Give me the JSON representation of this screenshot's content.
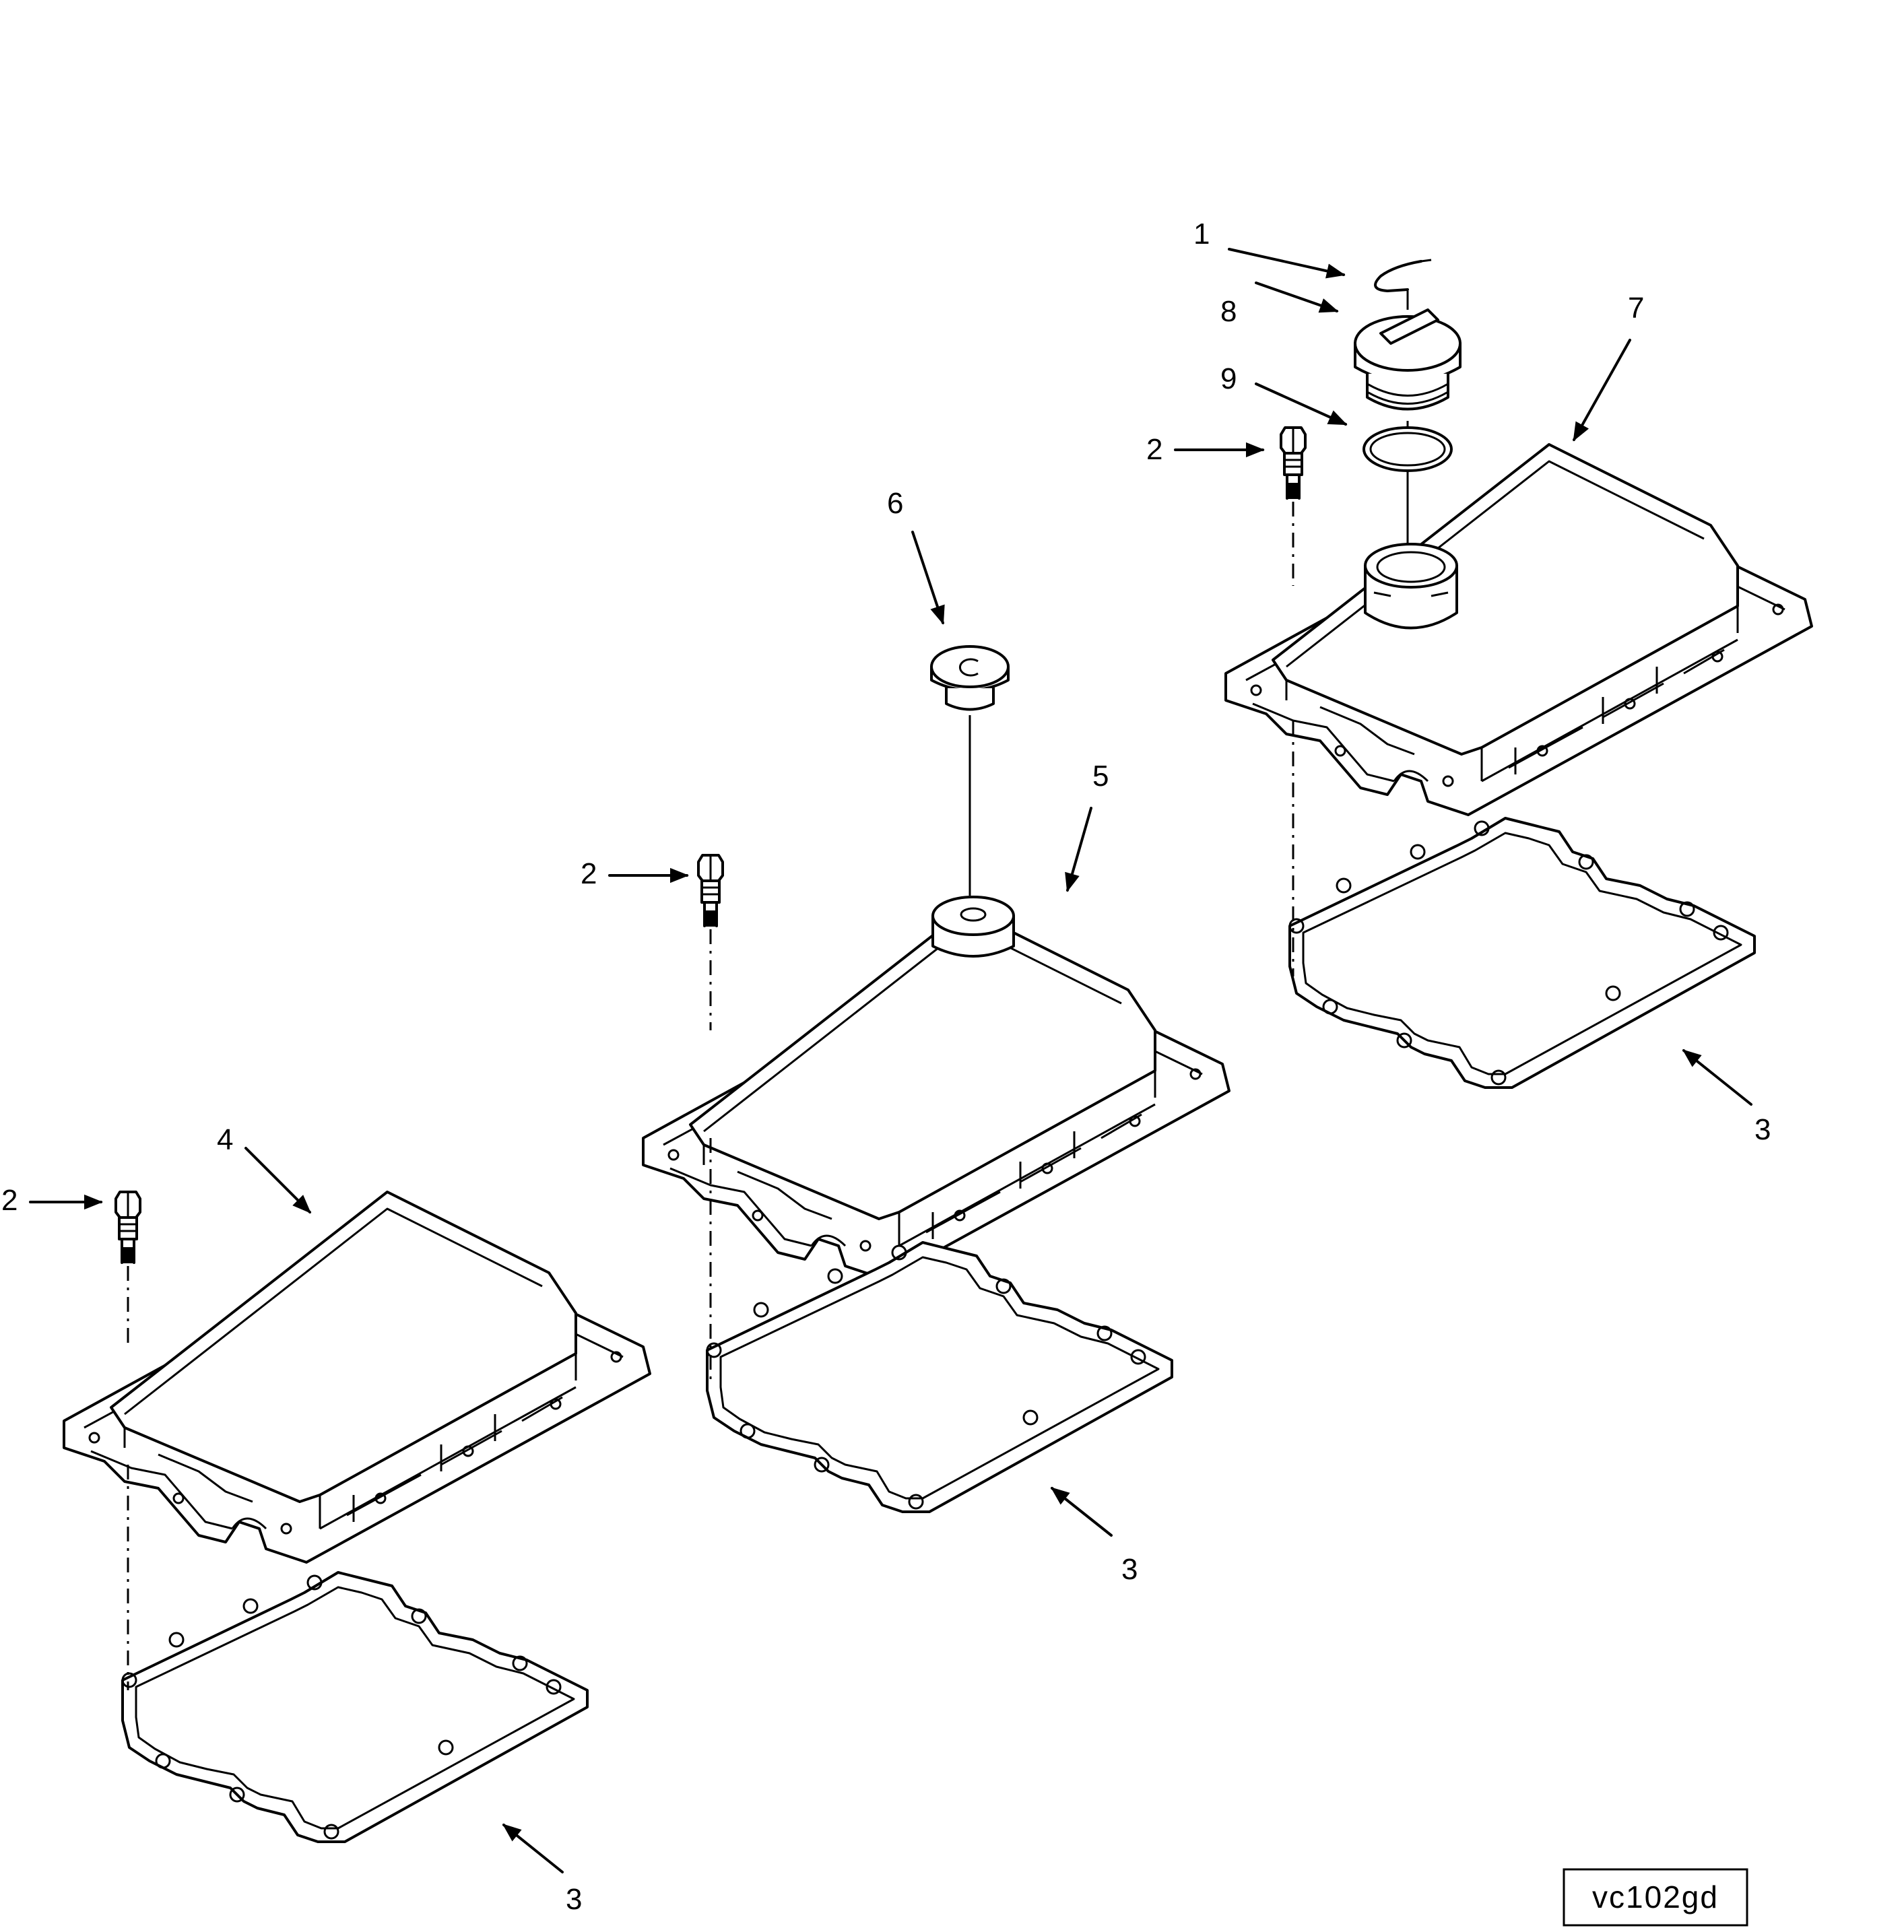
{
  "callouts": {
    "c1": "1",
    "c2_top": "2",
    "c2_mid": "2",
    "c2_left": "2",
    "c3_top": "3",
    "c3_mid": "3",
    "c3_low": "3",
    "c4": "4",
    "c5": "5",
    "c6": "6",
    "c7": "7",
    "c8": "8",
    "c9": "9"
  },
  "reference_code": "vc102gd"
}
